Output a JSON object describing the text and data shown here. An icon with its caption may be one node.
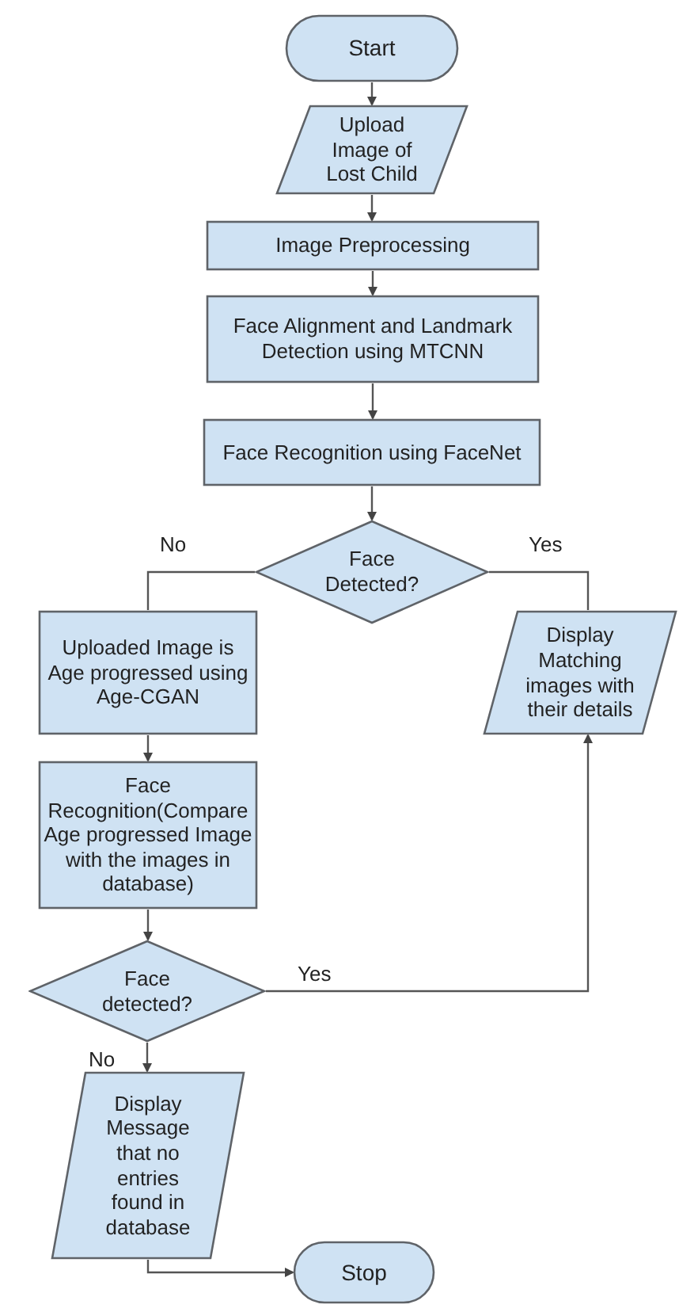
{
  "diagram": {
    "nodes": [
      {
        "text": [
          "Start"
        ]
      },
      {
        "text": [
          "Upload Image of Lost Child"
        ]
      },
      {
        "text": [
          "Image Preprocessing"
        ]
      },
      {
        "text": [
          "Face Alignment and Landmark Detection using MTCNN"
        ]
      },
      {
        "text": [
          "Face Recognition using FaceNet"
        ]
      },
      {
        "text": [
          "Face Detected?"
        ]
      },
      {
        "text": [
          "Uploaded Image is Age progressed using Age-CGAN"
        ]
      },
      {
        "text": [
          "Display Matching images with their details"
        ]
      },
      {
        "text": [
          "Face Recognition(Compare Age progressed Image with the images in database)"
        ]
      },
      {
        "text": [
          "Face detected?"
        ]
      },
      {
        "text": [
          "Display Message that no entries found in database"
        ]
      },
      {
        "text": [
          "Stop"
        ]
      }
    ],
    "edges": [
      {
        "from": 0,
        "to": 1,
        "arrow": "to"
      },
      {
        "from": 1,
        "to": 2,
        "arrow": "to"
      },
      {
        "from": 2,
        "to": 3,
        "arrow": "to"
      },
      {
        "from": 3,
        "to": 4,
        "arrow": "to"
      },
      {
        "from": 4,
        "to": 5,
        "arrow": "to"
      },
      {
        "from": 5,
        "to": 6,
        "arrow": "none",
        "label": "No"
      },
      {
        "from": 5,
        "to": 7,
        "arrow": "none",
        "label": "Yes"
      },
      {
        "from": 6,
        "to": 8,
        "arrow": "to"
      },
      {
        "from": 8,
        "to": 9,
        "arrow": "to"
      },
      {
        "from": 9,
        "to": 7,
        "arrow": "to",
        "label": "Yes"
      },
      {
        "from": 9,
        "to": 10,
        "arrow": "to",
        "label": "No"
      },
      {
        "from": 10,
        "to": 11,
        "arrow": "to"
      }
    ]
  }
}
